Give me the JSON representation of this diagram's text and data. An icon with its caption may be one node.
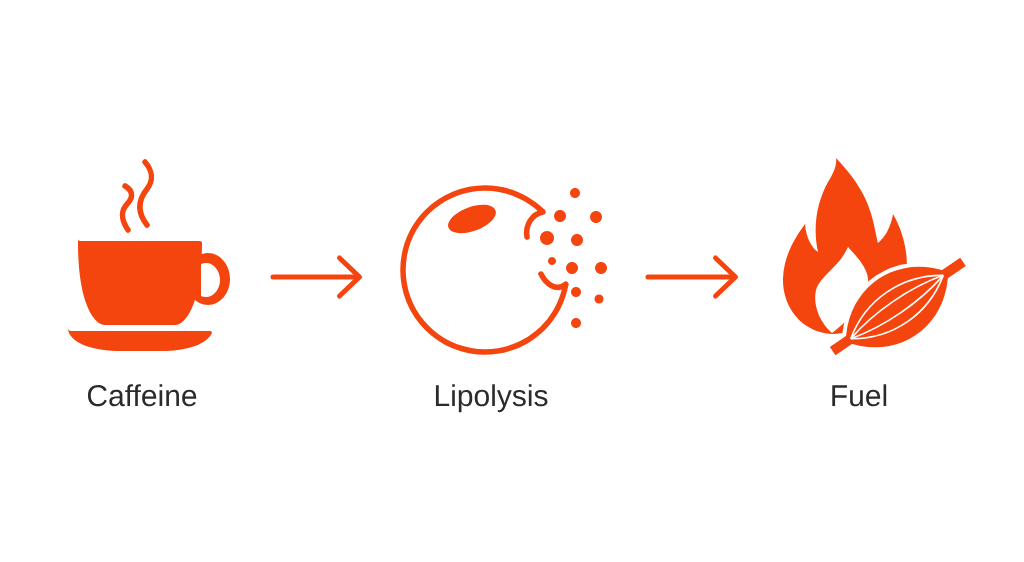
{
  "diagram": {
    "nodes": [
      {
        "text": [
          "Caffeine"
        ]
      },
      {
        "text": [
          "Lipolysis"
        ]
      },
      {
        "text": [
          "Fuel"
        ]
      }
    ],
    "edges": [
      {
        "from": 0,
        "to": 1,
        "arrow": "to"
      },
      {
        "from": 1,
        "to": 2,
        "arrow": "to"
      }
    ]
  }
}
